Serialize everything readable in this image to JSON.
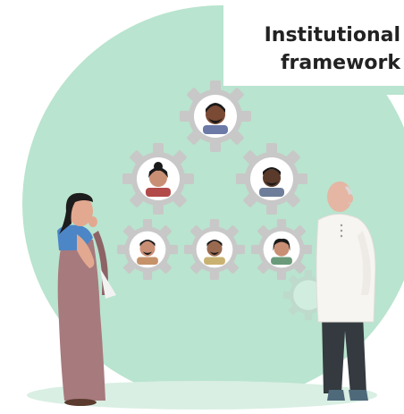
{
  "title": {
    "line1": "Institutional",
    "line2": "framework"
  },
  "colors": {
    "circle": "#b9e4cf",
    "ground": "#d9efe3",
    "gear": "#c8c8c8",
    "text": "#222222",
    "woman_saree": "#a77a7d",
    "woman_blouse": "#4c86c6",
    "man_kurta": "#f7f5f2",
    "man_pants": "#343a3f"
  },
  "icons": [
    "gear-icon",
    "person-avatar-icon",
    "woman-figure",
    "man-figure"
  ]
}
